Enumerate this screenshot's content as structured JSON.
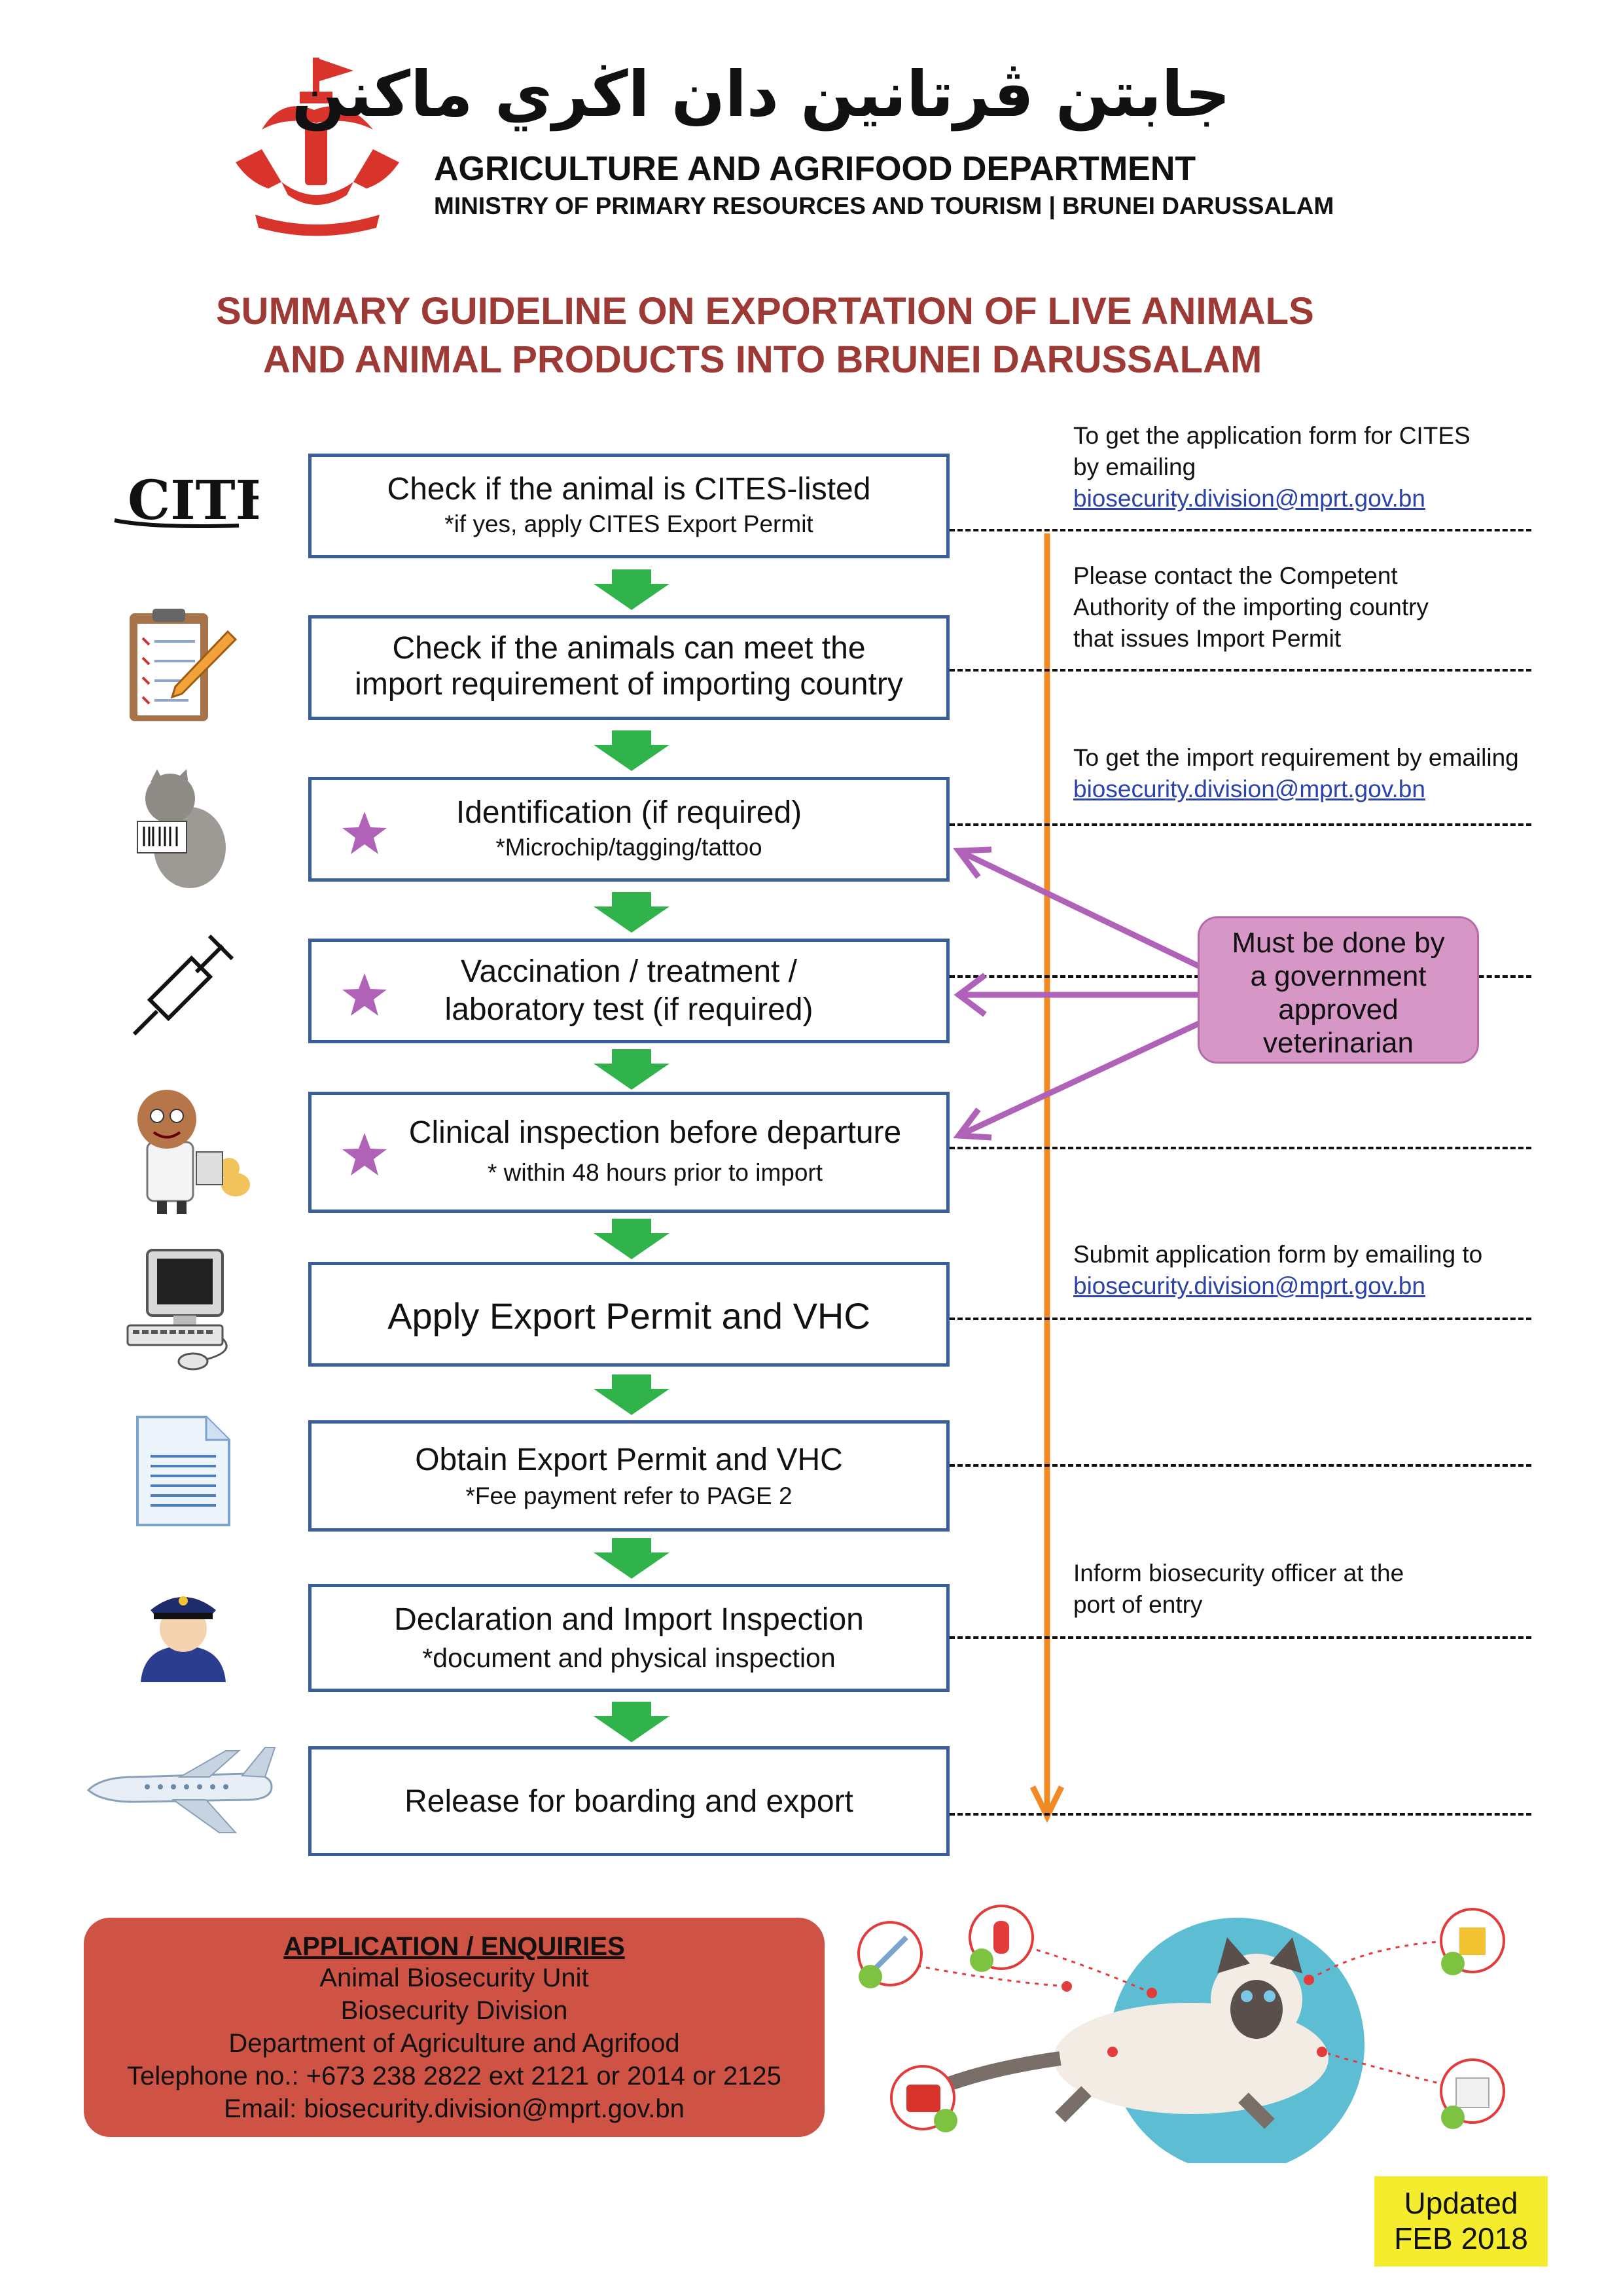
{
  "header": {
    "jawi_title": "جابتن ڤرتانين دان اڬري ماكنن",
    "department": "AGRICULTURE AND AGRIFOOD DEPARTMENT",
    "ministry": "MINISTRY OF PRIMARY RESOURCES AND TOURISM | BRUNEI DARUSSALAM"
  },
  "title": {
    "line1": "SUMMARY GUIDELINE ON EXPORTATION OF LIVE ANIMALS",
    "line2": "AND ANIMAL PRODUCTS INTO BRUNEI DARUSSALAM"
  },
  "steps": [
    {
      "icon": "cites-logo",
      "text": "Check if the animal is CITES-listed",
      "sub": "*if yes, apply CITES Export Permit",
      "star": false
    },
    {
      "icon": "clipboard-pencil-icon",
      "text": "Check if the animals can meet the",
      "text2": "import requirement of importing country",
      "star": false
    },
    {
      "icon": "cat-barcode-icon",
      "text": "Identification (if required)",
      "sub": "*Microchip/tagging/tattoo",
      "star": true
    },
    {
      "icon": "syringe-icon",
      "text": "Vaccination / treatment /",
      "text2": "laboratory test (if required)",
      "star": true
    },
    {
      "icon": "veterinarian-icon",
      "text": "Clinical inspection before departure",
      "sub": "* within 48 hours prior to import",
      "star": true
    },
    {
      "icon": "computer-icon",
      "text": "Apply Export Permit and VHC",
      "star": false
    },
    {
      "icon": "document-icon",
      "text": "Obtain Export Permit and  VHC",
      "sub": "*Fee payment refer to PAGE 2",
      "star": false
    },
    {
      "icon": "officer-icon",
      "text": "Declaration and Import Inspection",
      "sub": "*document and physical inspection",
      "star": false
    },
    {
      "icon": "airplane-icon",
      "text": "Release for boarding and export",
      "star": false
    }
  ],
  "notes": {
    "n1_line1": "To get the application form for CITES",
    "n1_line2": "by emailing",
    "n1_email": "biosecurity.division@mprt.gov.bn",
    "n2_line1": "Please contact the Competent",
    "n2_line2": "Authority of the importing country",
    "n2_line3": "that issues Import Permit",
    "n3_line1": "To get the import requirement by emailing",
    "n3_email": "biosecurity.division@mprt.gov.bn",
    "n4_line1": "Submit application form by emailing to",
    "n4_email": "biosecurity.division@mprt.gov.bn",
    "n5_line1": "Inform biosecurity officer at the",
    "n5_line2": "port of entry"
  },
  "vet_box": {
    "line1": "Must be done by",
    "line2": "a government",
    "line3": "approved",
    "line4": "veterinarian"
  },
  "enquiries": {
    "heading": "APPLICATION / ENQUIRIES",
    "line1": "Animal Biosecurity Unit",
    "line2": "Biosecurity Division",
    "line3": "Department of Agriculture and Agrifood",
    "line4": "Telephone no.: +673 238 2822 ext 2121 or 2014 or 2125",
    "line5": "Email: biosecurity.division@mprt.gov.bn"
  },
  "updated": {
    "line1": "Updated",
    "line2": "FEB 2018"
  },
  "colors": {
    "title": "#9e3a35",
    "box_border": "#3a5e9a",
    "arrow_green": "#2fb34a",
    "timeline_orange": "#f08a24",
    "star_purple": "#b061b8",
    "vet_box": "#d697c7",
    "enquiry_bg": "#cf5345",
    "updated_bg": "#f4ec2c",
    "link": "#2c43a8"
  }
}
